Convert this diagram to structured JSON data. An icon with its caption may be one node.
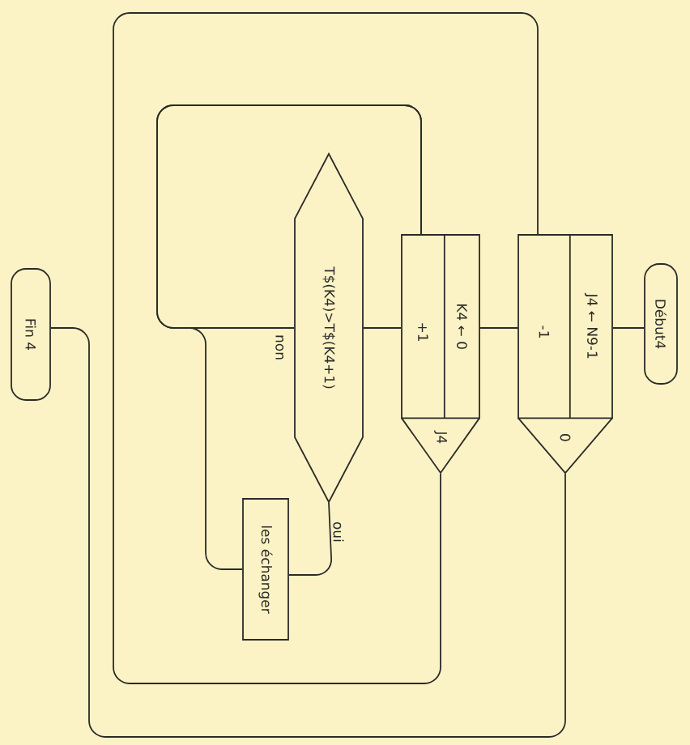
{
  "diagram": {
    "nodes": [
      {
        "text": [
          "Début4"
        ]
      },
      {
        "text": [
          "J4 ← N9-1",
          "-1",
          "0"
        ]
      },
      {
        "text": [
          "K4 ← 0",
          "+1",
          "J4"
        ]
      },
      {
        "text": [
          "T$(K4)>T$(K4+1)"
        ]
      },
      {
        "text": [
          "les échanger"
        ]
      },
      {
        "text": [
          "Fin 4"
        ]
      }
    ],
    "edges": [
      {
        "from": 0,
        "to": 1,
        "arrow": "none"
      },
      {
        "from": 1,
        "to": 2,
        "arrow": "none"
      },
      {
        "from": 2,
        "to": 3,
        "arrow": "none"
      },
      {
        "from": 3,
        "to": 2,
        "arrow": "none",
        "label": "non"
      },
      {
        "from": 3,
        "to": 4,
        "arrow": "none",
        "label": "oui"
      },
      {
        "from": 4,
        "to": 2,
        "arrow": "none"
      },
      {
        "from": 2,
        "to": 1,
        "arrow": "none"
      },
      {
        "from": 1,
        "to": 5,
        "arrow": "none"
      }
    ]
  }
}
